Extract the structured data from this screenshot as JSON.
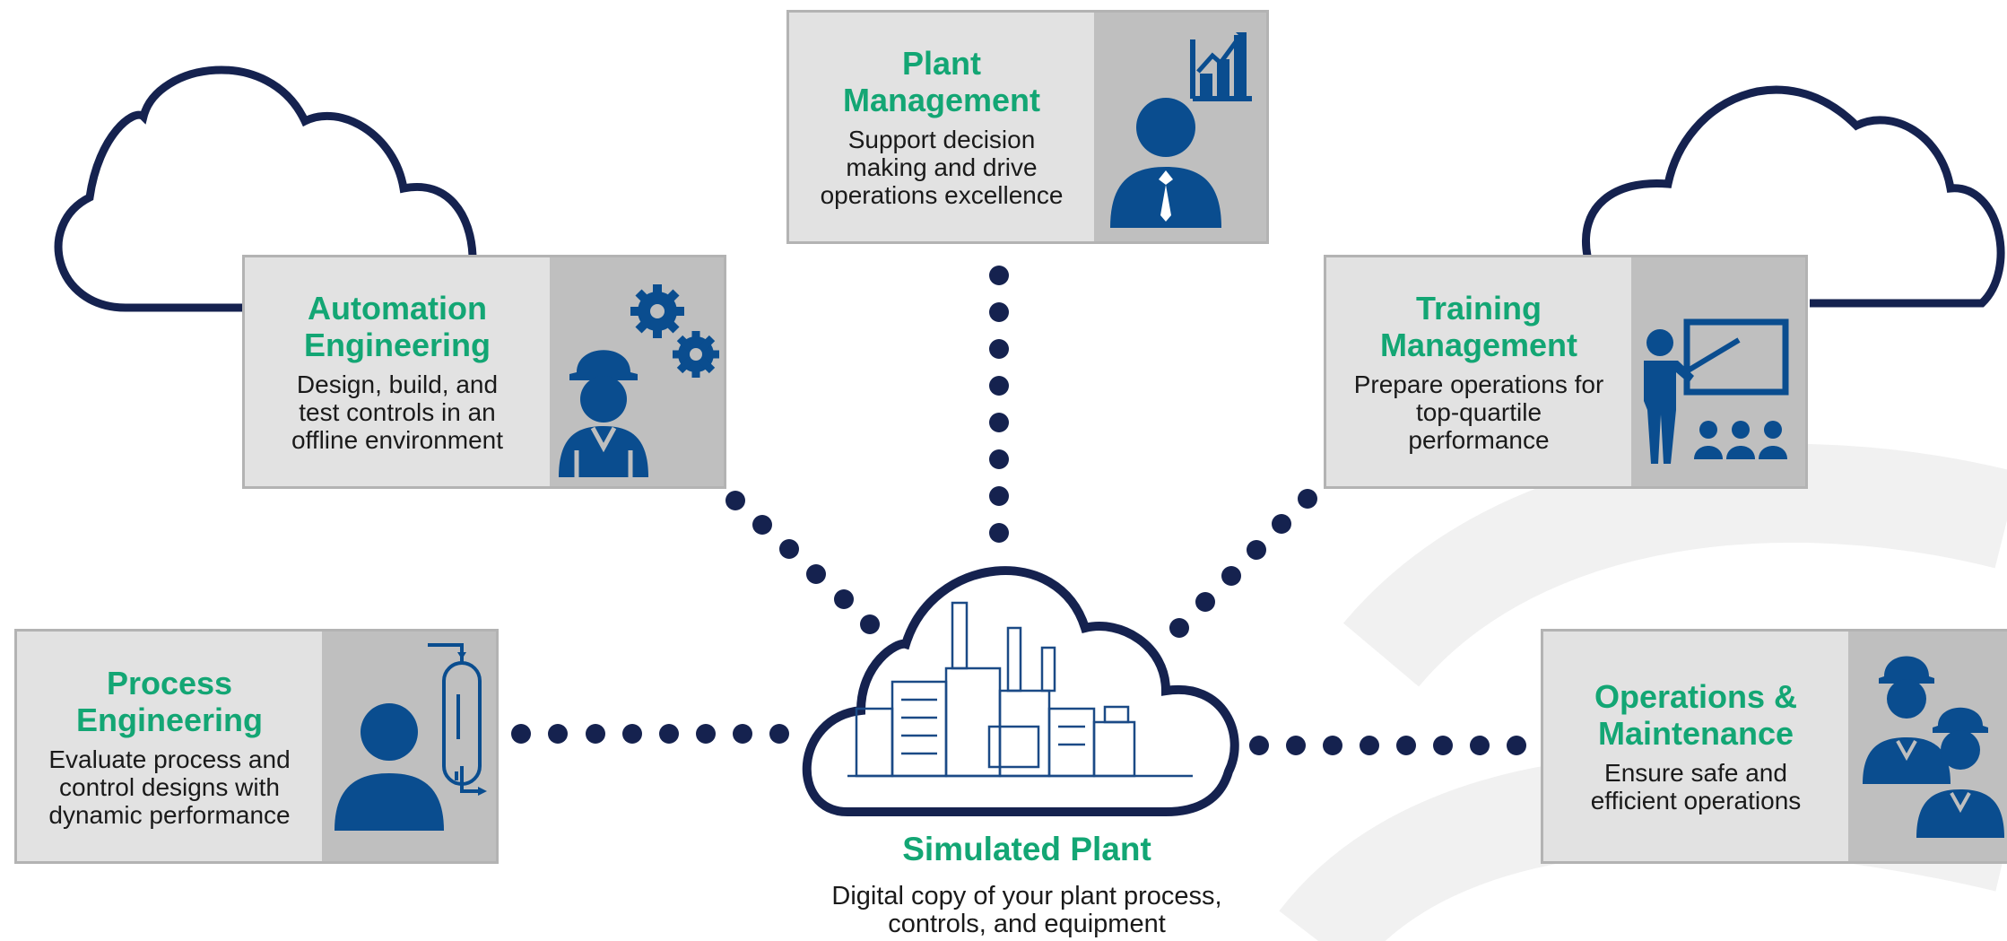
{
  "colors": {
    "title_green": "#13a674",
    "icon_blue": "#0a4d8f",
    "navy": "#15224f",
    "card_text_bg": "#e2e2e2",
    "card_icon_bg": "#bfbfbf"
  },
  "center": {
    "title": "Simulated Plant",
    "description": "Digital copy of your plant process,\ncontrols, and equipment",
    "icon": "factory-icon"
  },
  "cards": {
    "plant_management": {
      "title": "Plant\nManagement",
      "description": "Support decision\nmaking and drive\noperations excellence",
      "icon": "manager-chart-icon"
    },
    "automation_engineering": {
      "title": "Automation\nEngineering",
      "description": "Design, build, and\ntest controls in an\noffline environment",
      "icon": "engineer-gears-icon"
    },
    "training_management": {
      "title": "Training\nManagement",
      "description": "Prepare operations for\ntop-quartile\nperformance",
      "icon": "trainer-board-icon"
    },
    "process_engineering": {
      "title": "Process\nEngineering",
      "description": "Evaluate process and\ncontrol designs with\ndynamic performance",
      "icon": "person-column-icon"
    },
    "operations_maintenance": {
      "title": "Operations &\nMaintenance",
      "description": "Ensure safe and\nefficient operations",
      "icon": "workers-icon"
    }
  }
}
